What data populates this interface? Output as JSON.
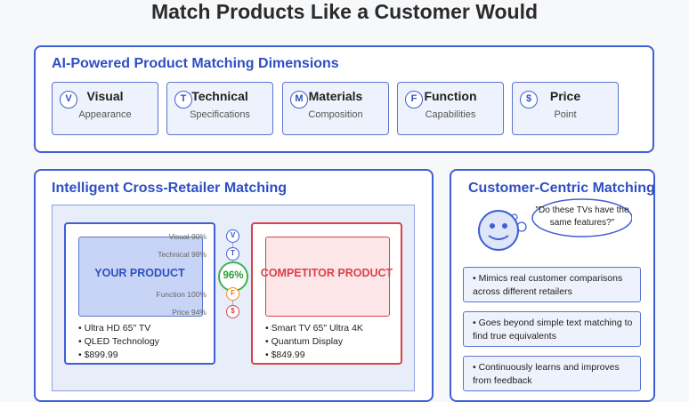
{
  "title": "Match Products Like a Customer Would",
  "dimensions_panel": {
    "heading": "AI-Powered Product Matching Dimensions",
    "items": [
      {
        "icon": "V",
        "name": "Visual",
        "sub": "Appearance"
      },
      {
        "icon": "T",
        "name": "Technical",
        "sub": "Specifications"
      },
      {
        "icon": "M",
        "name": "Materials",
        "sub": "Composition"
      },
      {
        "icon": "F",
        "name": "Function",
        "sub": "Capabilities"
      },
      {
        "icon": "$",
        "name": "Price",
        "sub": "Point"
      }
    ]
  },
  "matching_panel": {
    "heading": "Intelligent Cross-Retailer Matching",
    "your_product": {
      "label": "YOUR PRODUCT",
      "specs": [
        "• Ultra HD 65\" TV",
        "• QLED Technology",
        "• $899.99"
      ]
    },
    "competitor_product": {
      "label": "COMPETITOR PRODUCT",
      "specs": [
        "• Smart TV 65\" Ultra 4K",
        "• Quantum Display",
        "• $849.99"
      ]
    },
    "scores": [
      {
        "label": "Visual 90%",
        "icon": "V",
        "value": 90
      },
      {
        "label": "Technical 98%",
        "icon": "T",
        "value": 98
      },
      {
        "label": "Function 100%",
        "icon": "F",
        "value": 100
      },
      {
        "label": "Price 94%",
        "icon": "$",
        "value": 94
      }
    ],
    "overall": "96%"
  },
  "customer_panel": {
    "heading": "Customer-Centric Matching",
    "speech": "\"Do these TVs have the same features?\"",
    "bullets": [
      "• Mimics real customer comparisons across different retailers",
      "• Goes beyond simple text matching to find true equivalents",
      "• Continuously learns and improves from feedback"
    ]
  },
  "colors": {
    "accent": "#3f5fd4",
    "competitor": "#d9424a",
    "match": "#3fb24a",
    "function": "#f08a1c"
  }
}
